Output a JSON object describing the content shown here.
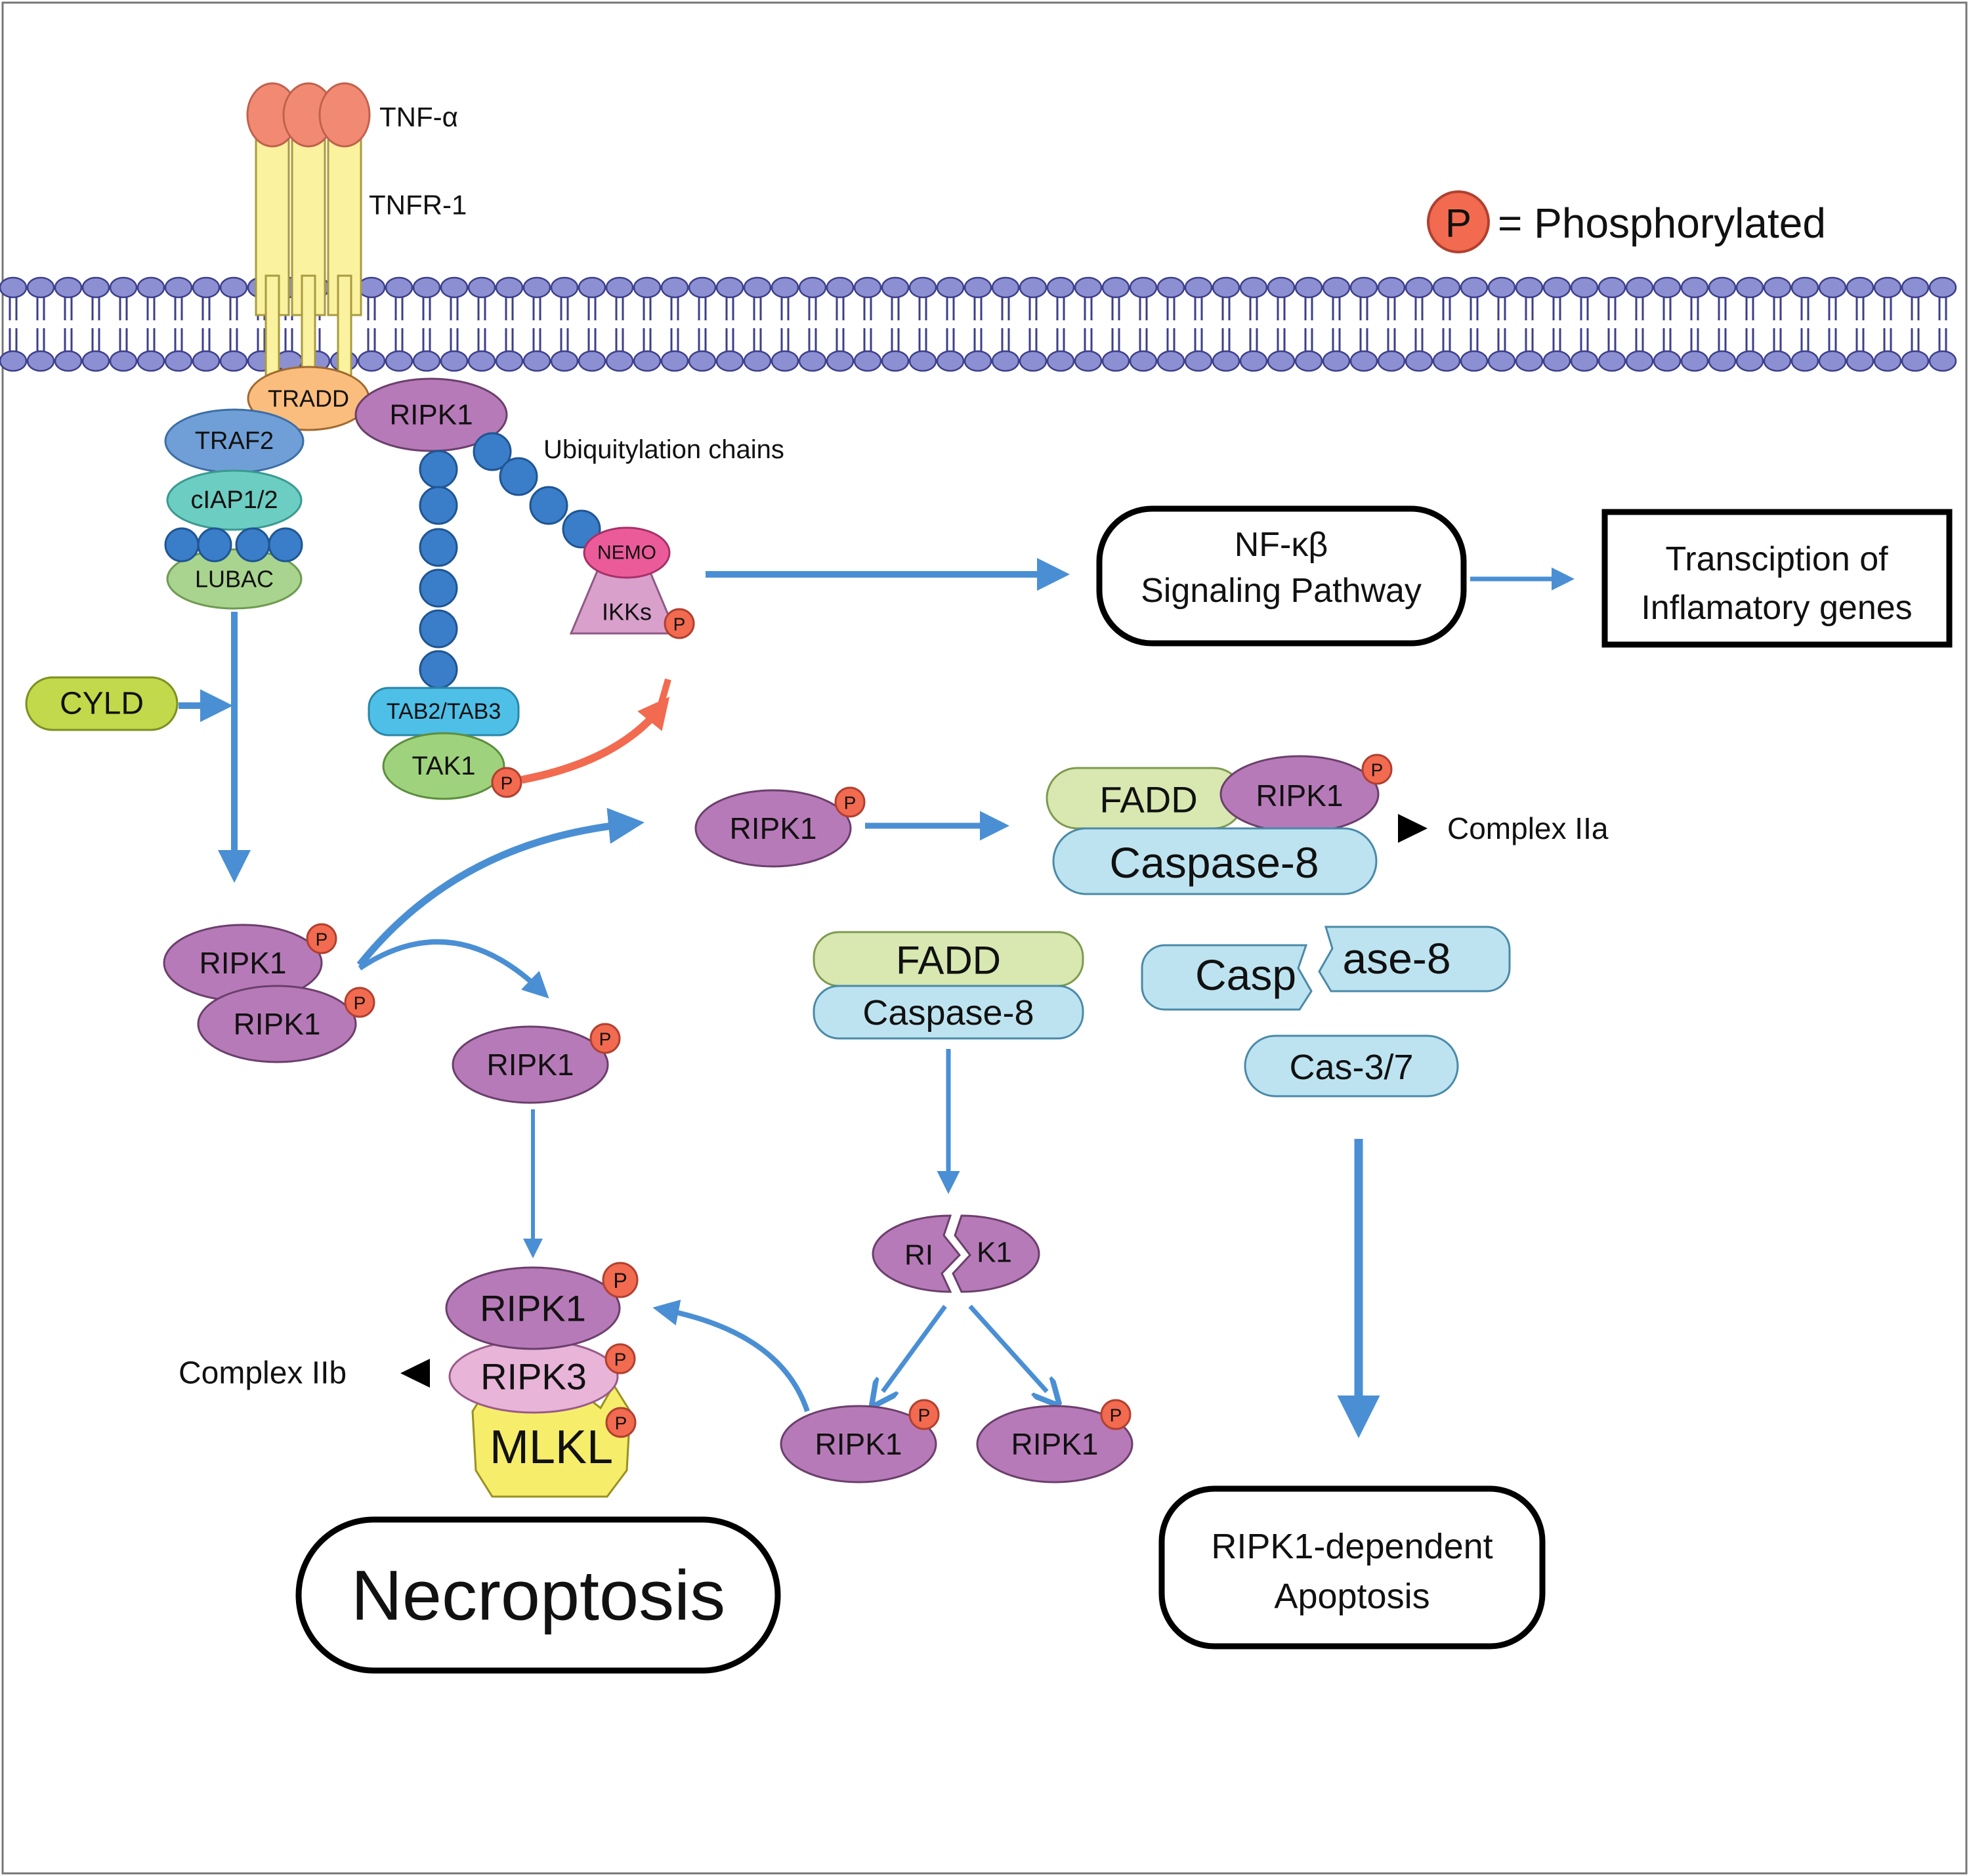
{
  "legend": {
    "symbol": "P",
    "text": "= Phosphorylated"
  },
  "labels": {
    "tnf_alpha": "TNF-α",
    "tnfr1": "TNFR-1",
    "tradd": "TRADD",
    "traf2": "TRAF2",
    "ciap": "cIAP1/2",
    "lubac": "LUBAC",
    "ripk1": "RIPK1",
    "ub_chains": "Ubiquitylation chains",
    "nemo": "NEMO",
    "ikks": "IKKs",
    "tab": "TAB2/TAB3",
    "tak1": "TAK1",
    "cyld": "CYLD",
    "nfkb_line1": "NF-κβ",
    "nfkb_line2": "Signaling Pathway",
    "trans_line1": "Transciption of",
    "trans_line2": "Inflamatory genes",
    "fadd": "FADD",
    "casp8": "Caspase-8",
    "casp8_left": "Casp",
    "casp8_right": "ase-8",
    "complex_2a": "Complex IIa",
    "complex_2b": "Complex IIb",
    "cas37": "Cas-3/7",
    "ripk1_cleaved_left": "RI",
    "ripk1_cleaved_right": "K1",
    "ripk3": "RIPK3",
    "mlkl": "MLKL",
    "necroptosis": "Necroptosis",
    "apop_line1": "RIPK1-dependent",
    "apop_line2": "Apoptosis"
  },
  "colors": {
    "membrane_head": "#8c8fd2",
    "membrane_tail": "#3d3f8a",
    "tnf": "#f28a73",
    "receptor": "#fbf29f",
    "tradd": "#fbbd7d",
    "traf2": "#6f9fd6",
    "ciap": "#6ccdc2",
    "ubiquitin": "#3a7dc9",
    "lubac": "#a9d48f",
    "ripk1": "#b77ab8",
    "nemo": "#eb5b9a",
    "ikks": "#d9a0cc",
    "tab": "#4ec0e8",
    "tak1": "#9fd27c",
    "cyld": "#c1d94a",
    "phospho": "#f26a4f",
    "fadd": "#d8e8b0",
    "caspase": "#bde3f0",
    "ripk3": "#e8b4d8",
    "mlkl": "#f6ee6a",
    "arrow": "#4a8fd4",
    "arrow_red": "#f26a4f"
  }
}
